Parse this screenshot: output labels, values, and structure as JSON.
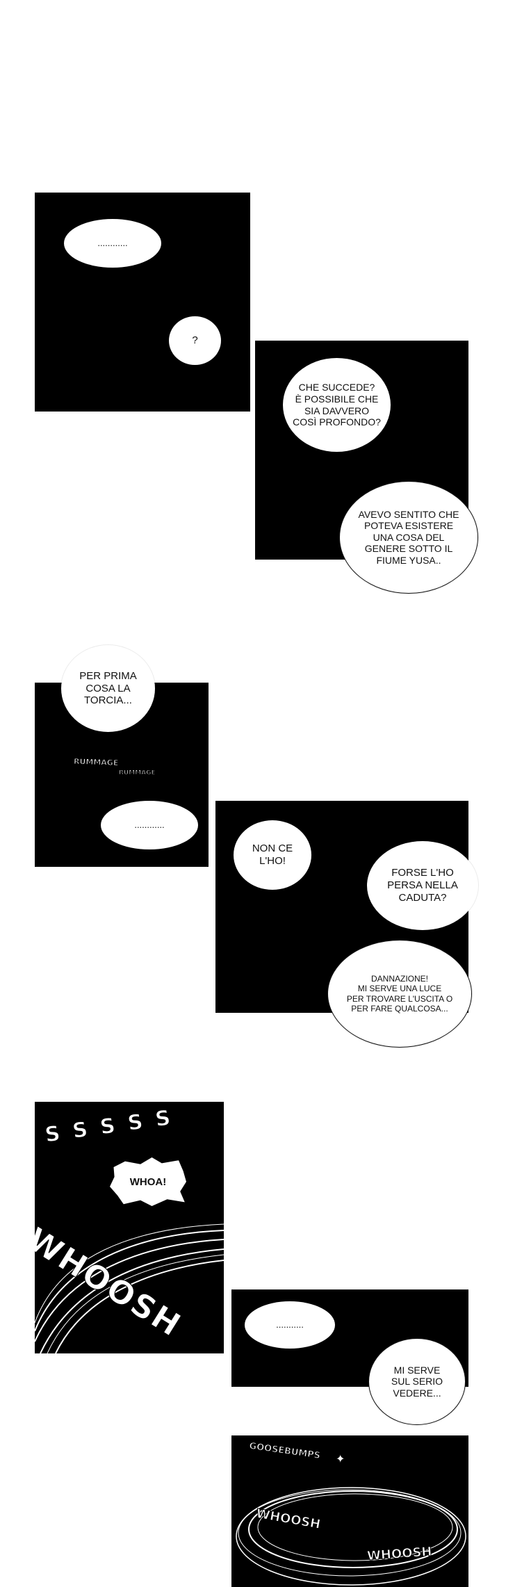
{
  "panels": [
    {
      "bubbles": [
        {
          "text": "............"
        },
        {
          "text": "?"
        }
      ]
    },
    {
      "bubbles": [
        {
          "text": "CHE SUCCEDE?\nÈ POSSIBILE CHE\nSIA DAVVERO\nCOSÌ PROFONDO?"
        },
        {
          "text": "AVEVO SENTITO CHE\nPOTEVA ESISTERE\nUNA COSA DEL\nGENERE SOTTO IL\nFIUME YUSA.."
        }
      ]
    },
    {
      "bubbles": [
        {
          "text": "PER PRIMA\nCOSA LA\nTORCIA..."
        },
        {
          "text": "............"
        }
      ],
      "sfx": [
        "RUMMAGE",
        "RUMMAGE"
      ]
    },
    {
      "bubbles": [
        {
          "text": "NON CE\nL'HO!"
        },
        {
          "text": "FORSE L'HO\nPERSA NELLA\nCADUTA?"
        },
        {
          "text": "DANNAZIONE!\nMI SERVE UNA LUCE\nPER TROVARE L'USCITA O\nPER FARE QUALCOSA..."
        }
      ]
    },
    {
      "bubbles": [
        {
          "text": "WHOA!"
        }
      ],
      "sfx": [
        "S S S S S",
        "WHOOSH"
      ]
    },
    {
      "bubbles": [
        {
          "text": "..........."
        },
        {
          "text": "MI SERVE\nSUL SERIO\nVEDERE..."
        }
      ]
    },
    {
      "sfx": [
        "GOOSEBUMPS",
        "WHOOSH",
        "WHOOSH"
      ]
    }
  ],
  "colors": {
    "panel": "#000000",
    "page": "#ffffff",
    "bubble": "#ffffff",
    "ink": "#111111"
  }
}
